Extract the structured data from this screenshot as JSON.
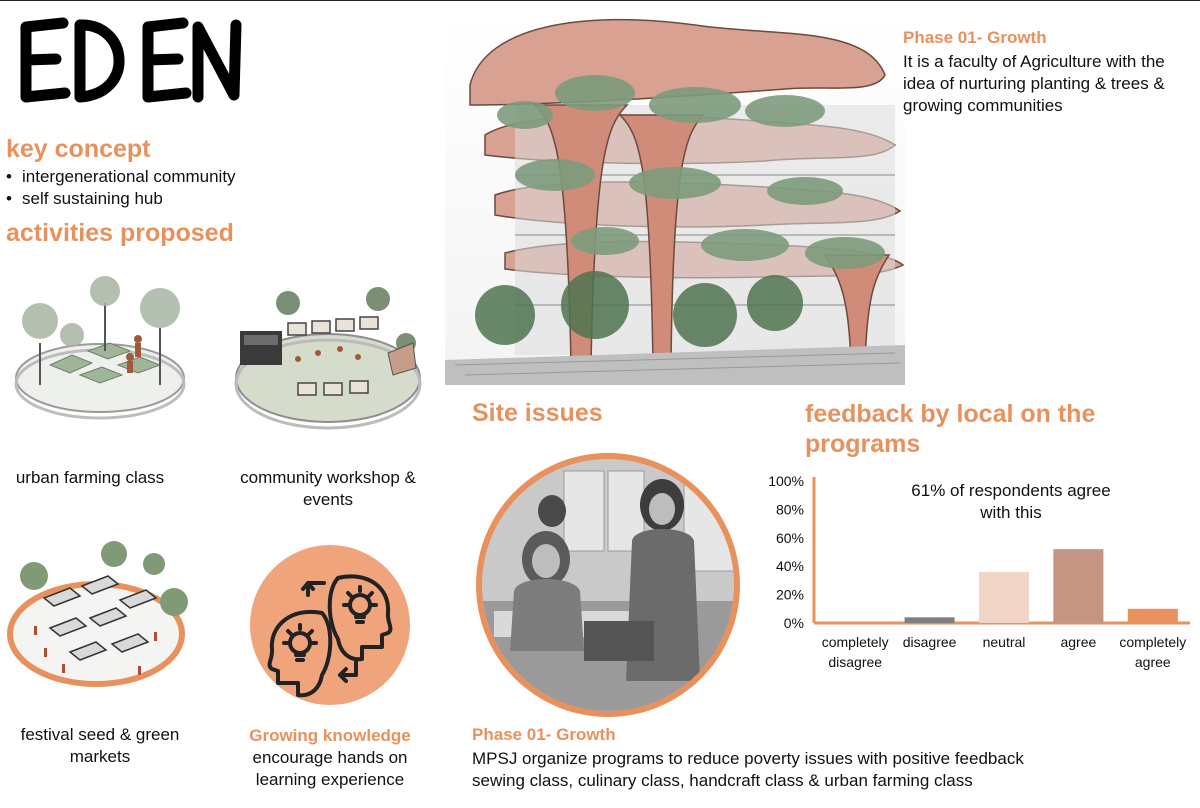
{
  "title": "EDEN",
  "key_concept": {
    "heading": "key concept",
    "items": [
      "intergenerational community",
      "self sustaining hub"
    ]
  },
  "activities": {
    "heading": "activities proposed",
    "items": [
      {
        "label": "urban farming class"
      },
      {
        "label": "community workshop & events"
      },
      {
        "label": "festival seed & green markets"
      }
    ],
    "growing": {
      "title": "Growing knowledge",
      "text": "encourage hands on learning experience"
    }
  },
  "phase_top": {
    "title": "Phase 01- Growth",
    "text": "It is a faculty of Agriculture with the idea of nurturing planting & trees & growing communities"
  },
  "site_issues": {
    "heading": "Site issues",
    "phase_title": "Phase 01- Growth",
    "line1": "MPSJ organize programs to reduce poverty issues with positive feedback",
    "line2": "sewing class, culinary class, handcraft class & urban farming class"
  },
  "feedback": {
    "heading_line1": "feedback by local on the",
    "heading_line2": "programs"
  },
  "chart_data": {
    "type": "bar",
    "annotation_line1": "61% of respondents agree",
    "annotation_line2": "with this",
    "categories": [
      "completely disagree",
      "disagree",
      "neutral",
      "agree",
      "completely agree"
    ],
    "category_lines": [
      [
        "completely",
        "disagree"
      ],
      [
        "disagree"
      ],
      [
        "neutral"
      ],
      [
        "agree"
      ],
      [
        "completely",
        "agree"
      ]
    ],
    "values": [
      0,
      4,
      36,
      52,
      10
    ],
    "colors": [
      "#e9915d",
      "#7f7f7f",
      "#f0d4c6",
      "#c49582",
      "#e9915d"
    ],
    "yticks": [
      "0%",
      "20%",
      "40%",
      "60%",
      "80%",
      "100%"
    ],
    "ylim": [
      0,
      100
    ],
    "axis_color": "#e9915d"
  }
}
